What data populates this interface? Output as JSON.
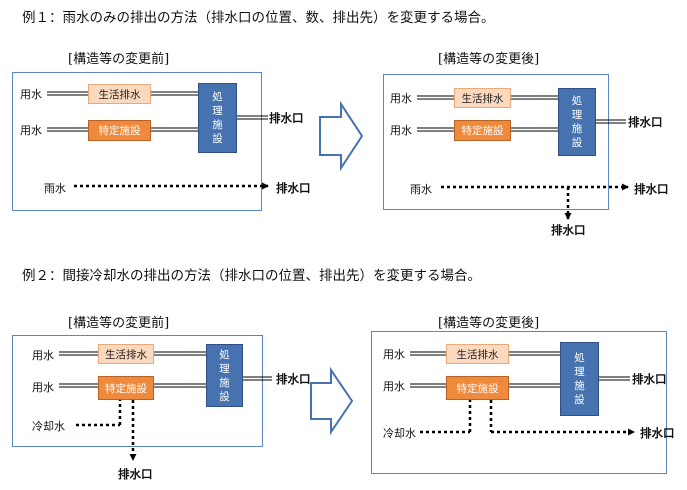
{
  "example1": {
    "heading": "例１：雨水のみの排出の方法（排水口の位置、数、排出先）を変更する場合。",
    "before": {
      "caption": "[構造等の変更前]",
      "water_in_1": "用水",
      "water_in_2": "用水",
      "life_box": "生活排水",
      "spec_box": "特定施設",
      "proc_box": [
        "処",
        "理",
        "施",
        "設"
      ],
      "outlet_main": "排水口",
      "rain": "雨水",
      "outlet_rain": "排水口"
    },
    "after": {
      "caption": "[構造等の変更後]",
      "water_in_1": "用水",
      "water_in_2": "用水",
      "life_box": "生活排水",
      "spec_box": "特定施設",
      "proc_box": [
        "処",
        "理",
        "施",
        "設"
      ],
      "outlet_main": "排水口",
      "rain": "雨水",
      "outlet_rain": "排水口",
      "outlet_down": "排水口"
    }
  },
  "example2": {
    "heading": "例２：間接冷却水の排出の方法（排水口の位置、排出先）を変更する場合。",
    "before": {
      "caption": "[構造等の変更前]",
      "water_in_1": "用水",
      "water_in_2": "用水",
      "life_box": "生活排水",
      "spec_box": "特定施設",
      "proc_box": [
        "処",
        "理",
        "施",
        "設"
      ],
      "outlet_main": "排水口",
      "cooling": "冷却水",
      "outlet_down": "排水口"
    },
    "after": {
      "caption": "[構造等の変更後]",
      "water_in_1": "用水",
      "water_in_2": "用水",
      "life_box": "生活排水",
      "spec_box": "特定施設",
      "proc_box": [
        "処",
        "理",
        "施",
        "設"
      ],
      "outlet_main": "排水口",
      "cooling": "冷却水",
      "outlet_right": "排水口"
    }
  },
  "colors": {
    "frame": "#5a86c2",
    "life_fill": "#fbd9bf",
    "spec_fill": "#ef8a3c",
    "proc_fill": "#4672b0",
    "arrow_fill": "#ffffff",
    "arrow_stroke": "#4672b0"
  }
}
